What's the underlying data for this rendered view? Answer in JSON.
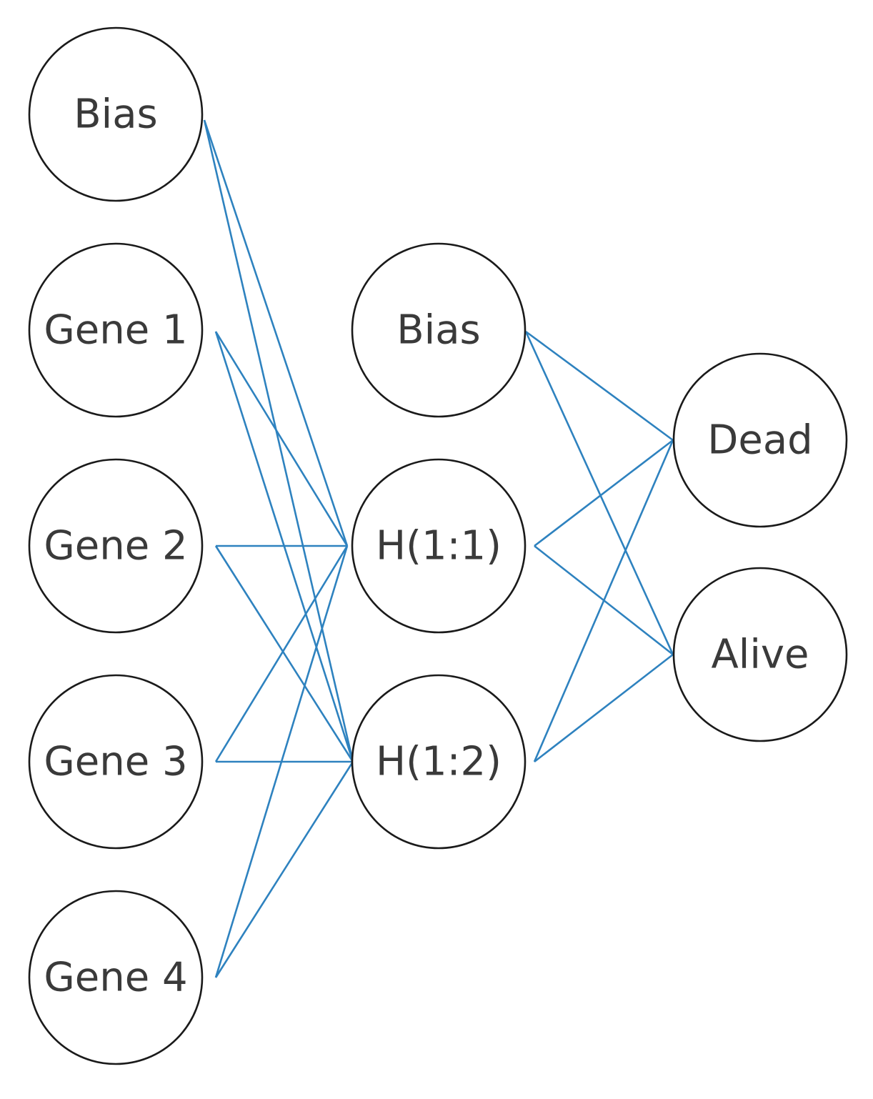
{
  "colors": {
    "edge": "#2e82bf",
    "node_outline": "#1a1a1a",
    "label": "#3a3a3a",
    "background": "#ffffff"
  },
  "network": {
    "input_layer": {
      "nodes": [
        {
          "id": "in-bias",
          "label": "Bias"
        },
        {
          "id": "gene-1",
          "label": "Gene 1"
        },
        {
          "id": "gene-2",
          "label": "Gene 2"
        },
        {
          "id": "gene-3",
          "label": "Gene 3"
        },
        {
          "id": "gene-4",
          "label": "Gene 4"
        }
      ]
    },
    "hidden_layer": {
      "nodes": [
        {
          "id": "hidden-bias",
          "label": "Bias"
        },
        {
          "id": "h-1-1",
          "label": "H(1:1)"
        },
        {
          "id": "h-1-2",
          "label": "H(1:2)"
        }
      ]
    },
    "output_layer": {
      "nodes": [
        {
          "id": "out-dead",
          "label": "Dead"
        },
        {
          "id": "out-alive",
          "label": "Alive"
        }
      ]
    },
    "connections": [
      {
        "from": "in-bias",
        "to": "h-1-1"
      },
      {
        "from": "in-bias",
        "to": "h-1-2"
      },
      {
        "from": "gene-1",
        "to": "h-1-1"
      },
      {
        "from": "gene-1",
        "to": "h-1-2"
      },
      {
        "from": "gene-2",
        "to": "h-1-1"
      },
      {
        "from": "gene-2",
        "to": "h-1-2"
      },
      {
        "from": "gene-3",
        "to": "h-1-1"
      },
      {
        "from": "gene-3",
        "to": "h-1-2"
      },
      {
        "from": "gene-4",
        "to": "h-1-1"
      },
      {
        "from": "gene-4",
        "to": "h-1-2"
      },
      {
        "from": "hidden-bias",
        "to": "out-dead"
      },
      {
        "from": "hidden-bias",
        "to": "out-alive"
      },
      {
        "from": "h-1-1",
        "to": "out-dead"
      },
      {
        "from": "h-1-1",
        "to": "out-alive"
      },
      {
        "from": "h-1-2",
        "to": "out-dead"
      },
      {
        "from": "h-1-2",
        "to": "out-alive"
      }
    ]
  }
}
